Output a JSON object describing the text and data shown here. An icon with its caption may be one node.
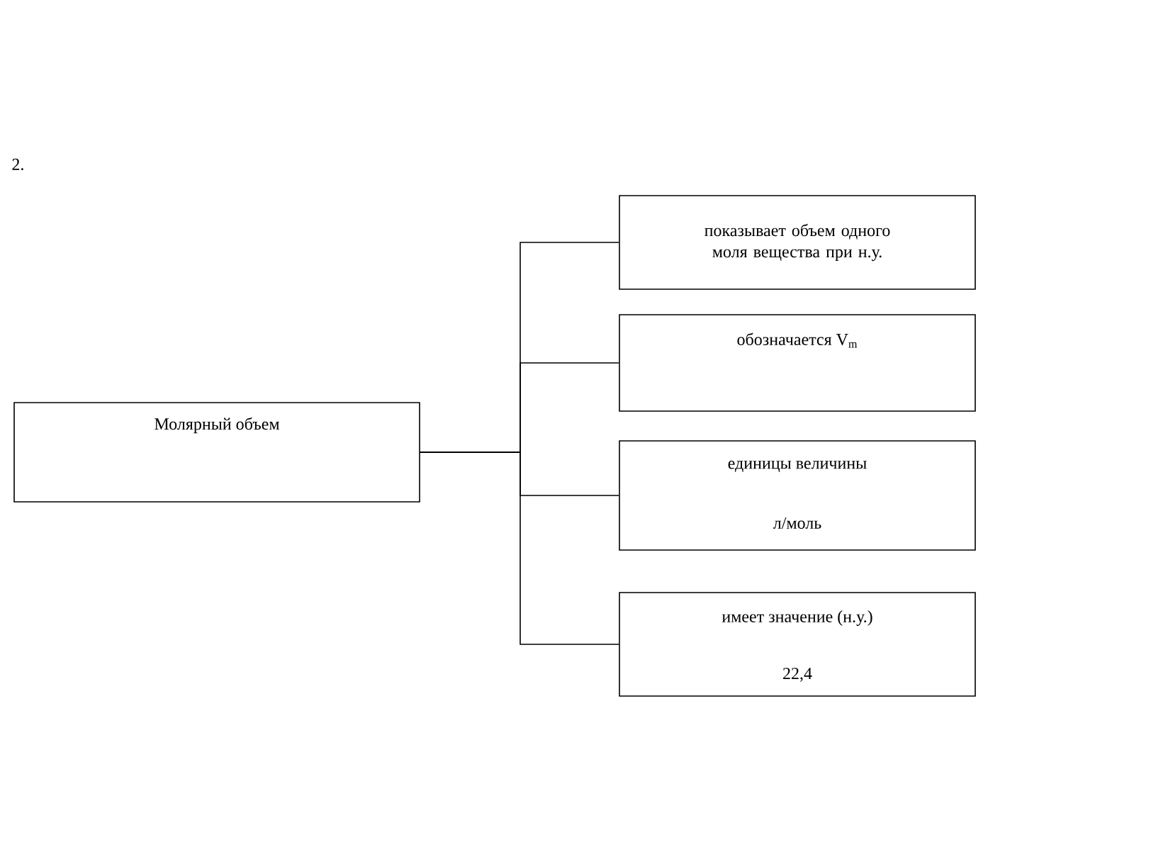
{
  "diagram": {
    "nodes": [
      {
        "text": [
          "Молярный объем"
        ]
      },
      {
        "text": [
          "показывает объем одного моля вещества при н.у."
        ]
      },
      {
        "text": [
          "обозначается V$_{m}$"
        ]
      },
      {
        "text": [
          "единицы величины",
          "л/моль"
        ]
      },
      {
        "text": [
          "имеет значение (н.у.)",
          "22,4"
        ]
      }
    ],
    "edges": [
      {
        "from": 0,
        "to": 1,
        "arrow": "none"
      },
      {
        "from": 0,
        "to": 2,
        "arrow": "none"
      },
      {
        "from": 0,
        "to": 3,
        "arrow": "none"
      },
      {
        "from": 0,
        "to": 4,
        "arrow": "none"
      }
    ],
    "labels": [
      "2."
    ]
  }
}
